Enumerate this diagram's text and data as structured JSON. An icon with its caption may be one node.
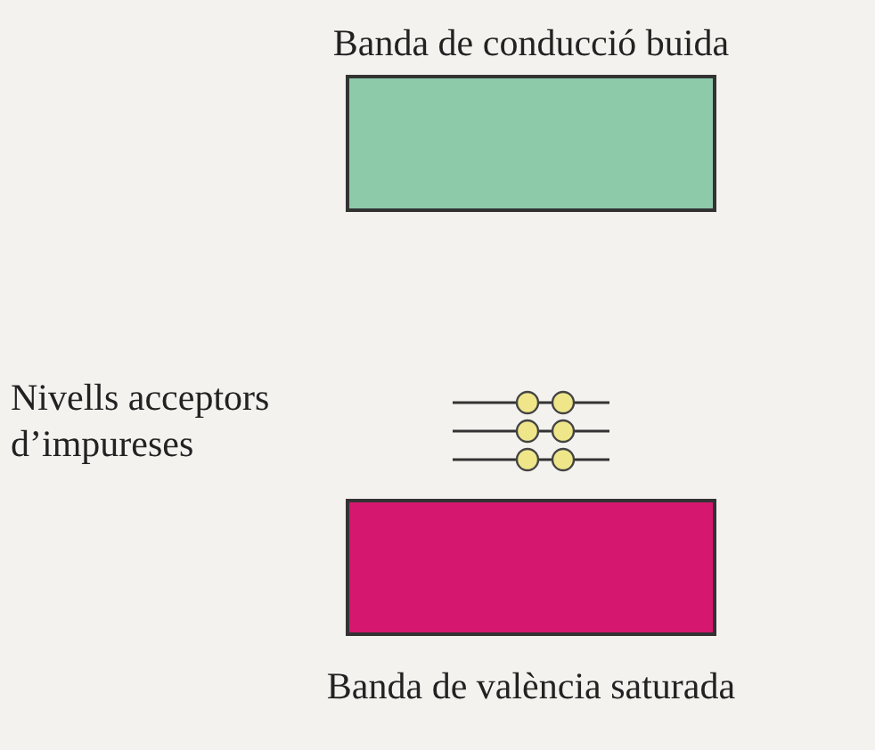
{
  "diagram": {
    "nodes": [
      {
        "text": [
          "Banda de conducció buida"
        ]
      },
      {
        "text": [
          "Banda de valència saturada"
        ]
      }
    ],
    "labels": [
      "Nivells acceptors d’impureses"
    ]
  }
}
